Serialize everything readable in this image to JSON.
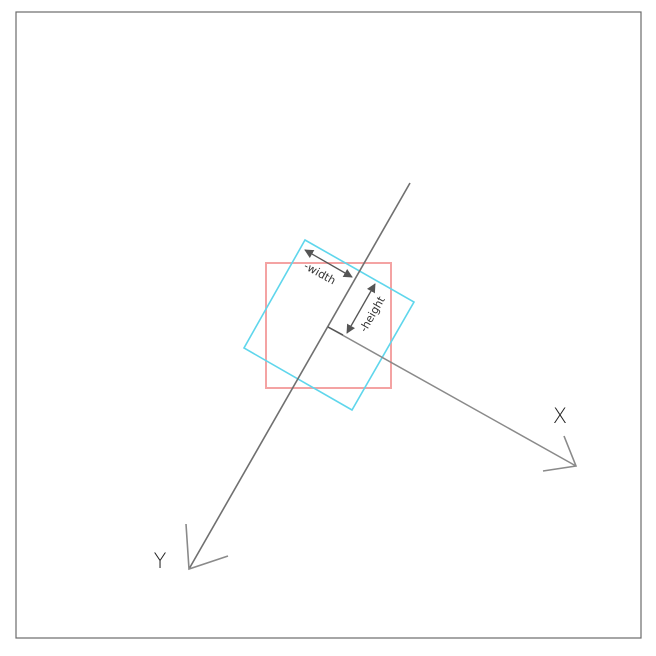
{
  "axes": {
    "x_label": "X",
    "y_label": "Y"
  },
  "dimensions": {
    "width_label": "-width",
    "height_label": "-height"
  },
  "colors": {
    "frame": "#6b6b6b",
    "axis": "#8a8a8a",
    "y_axis_line": "#707070",
    "original_rect": "#f4a3a3",
    "rotated_rect": "#5fd6ec",
    "dimension_arrow": "#555555",
    "label": "#222222"
  }
}
